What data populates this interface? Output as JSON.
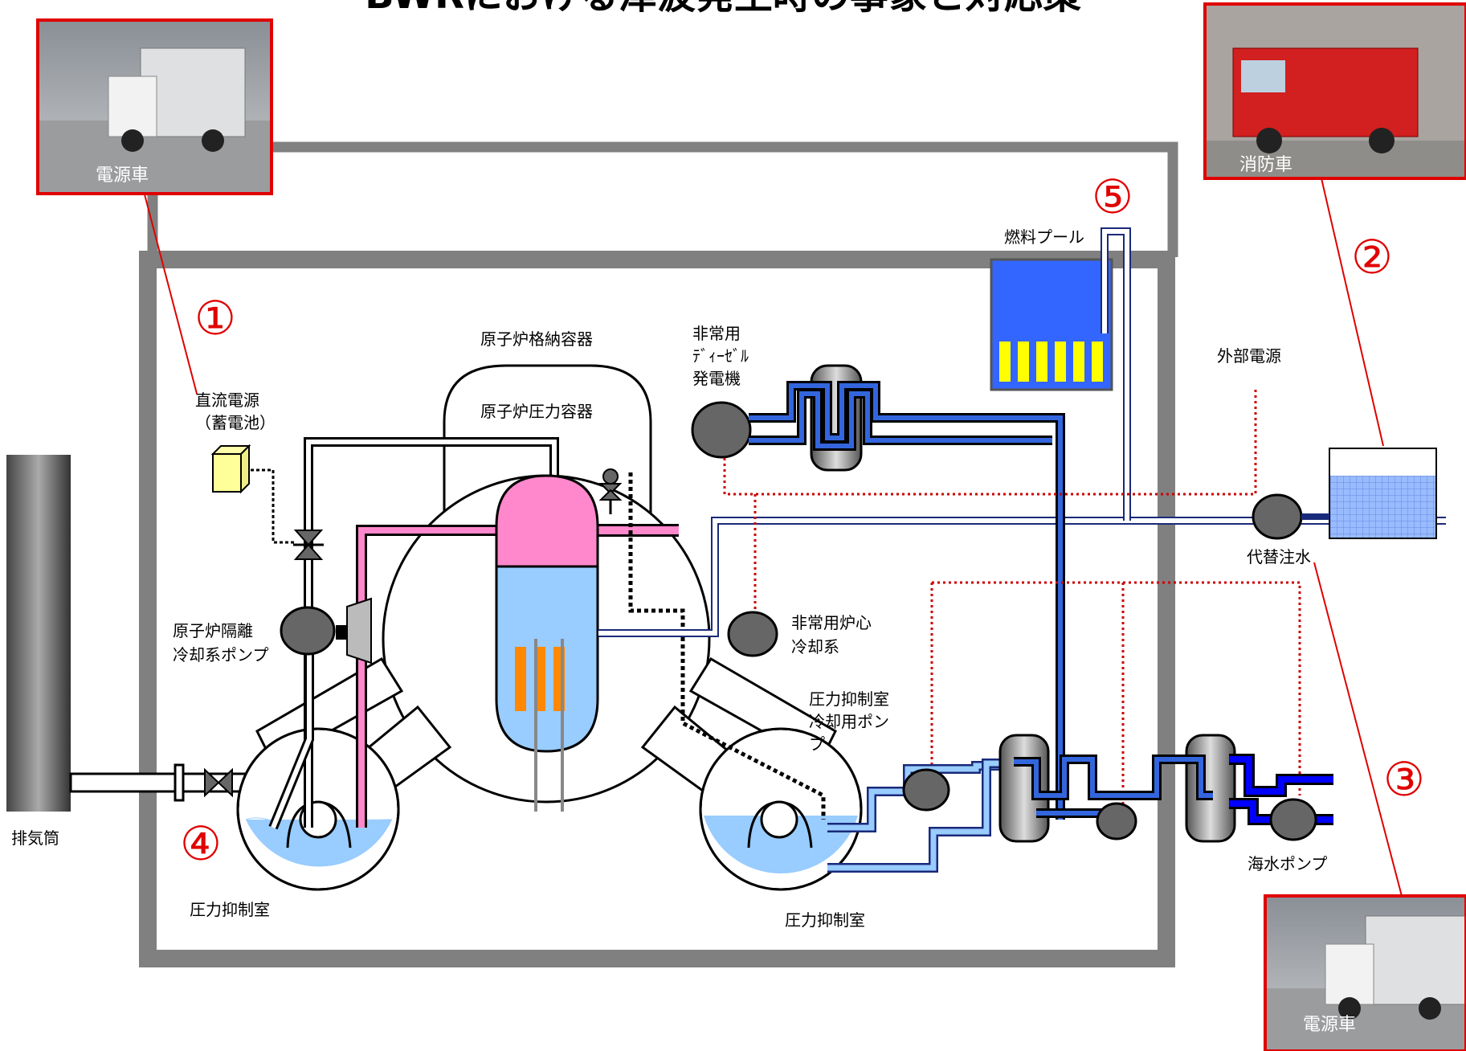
{
  "title": "BWRにおける津波発生時の事象と対応策",
  "labels": {
    "containment": "原子炉格納容器",
    "pressure_vessel": "原子炉圧力容器",
    "dc_power_1": "直流電源",
    "dc_power_2": "（蓄電池）",
    "rcic_1": "原子炉隔離",
    "rcic_2": "冷却系ポンプ",
    "edg_1": "非常用",
    "edg_2": "ﾃﾞｨｰｾﾞﾙ",
    "edg_3": "発電機",
    "eccs_1": "非常用炉心",
    "eccs_2": "冷却系",
    "spool_pump_1": "圧力抑制室",
    "spool_pump_2": "冷却用ポン",
    "spool_pump_3": "プ",
    "suppression_left": "圧力抑制室",
    "suppression_right": "圧力抑制室",
    "fuel_pool": "燃料プール",
    "external_power": "外部電源",
    "alt_injection": "代替注水",
    "seawater_pump": "海水ポンプ",
    "stack": "排気筒"
  },
  "markers": [
    "①",
    "②",
    "③",
    "④",
    "⑤"
  ],
  "photos": {
    "power_truck_top": "電源車",
    "fire_truck": "消防車",
    "power_truck_bottom": "電源車"
  },
  "colors": {
    "accent_red": "#e00000",
    "vessel_pink": "#ff88cc",
    "water_blue": "#99ccff",
    "pool_blue": "#3366ff",
    "fuel_yellow": "#ffff00",
    "core_orange": "#ff8800",
    "pump_gray": "#666666",
    "building_gray": "#808080"
  }
}
